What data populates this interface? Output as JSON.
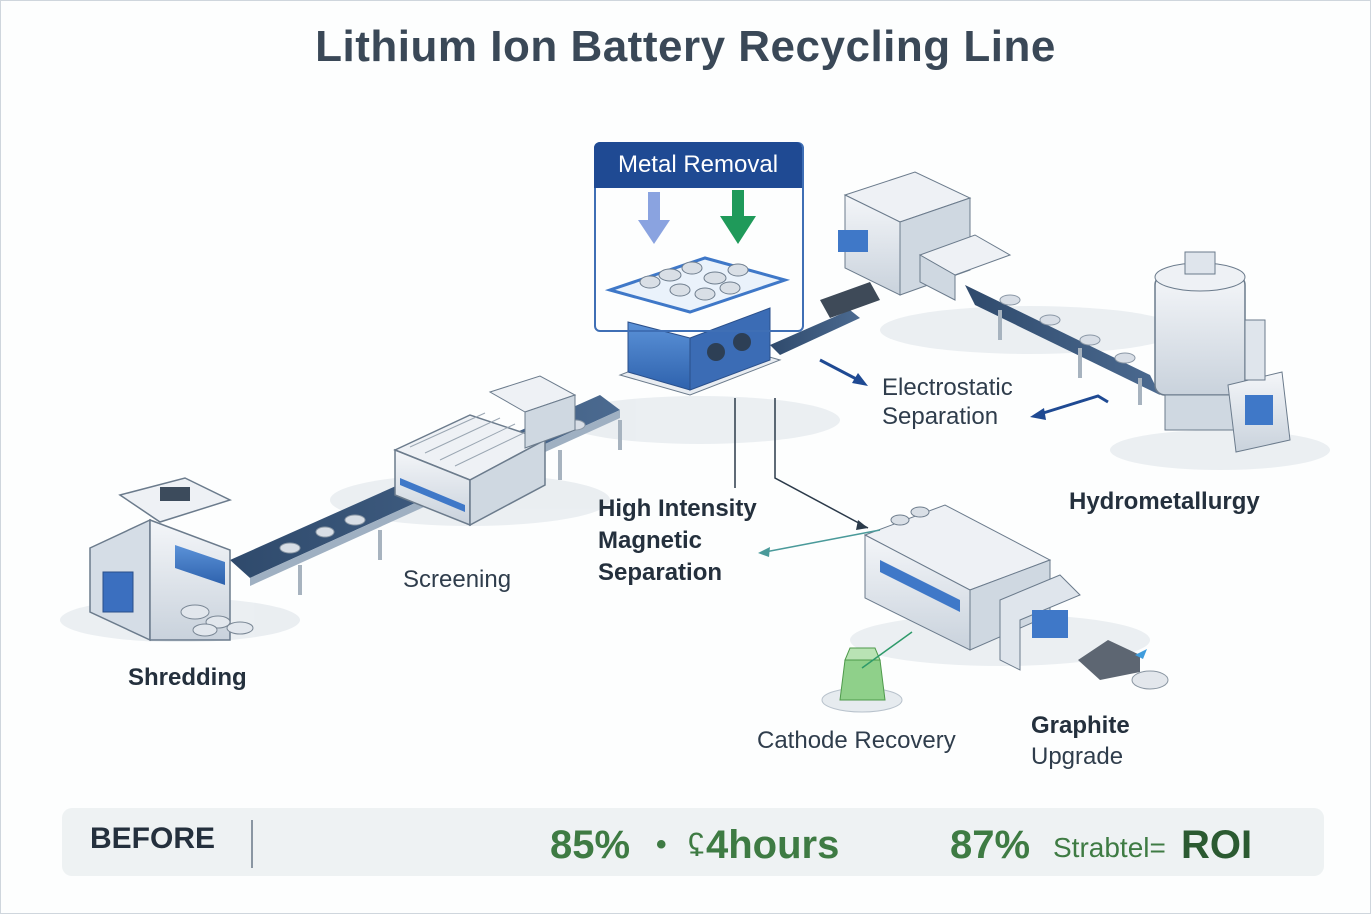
{
  "title": "Lithium Ion Battery Recycling Line",
  "stages": {
    "shredding": "Shredding",
    "screening": "Screening",
    "metal_removal": "Metal Removal",
    "himag_line1": "High Intensity",
    "himag_line2": "Magnetic",
    "himag_line3": "Separation",
    "electrostatic_line1": "Electrostatic",
    "electrostatic_line2": "Separation",
    "hydrometallurgy": "Hydrometallurgy",
    "cathode": "Cathode Recovery",
    "graphite_line1": "Graphite",
    "graphite_line2": "Upgrade"
  },
  "footer": {
    "before": "BEFORE",
    "metric1": "85%",
    "separator": "•",
    "metric2": "4hours",
    "metric3": "87%",
    "metric3_suffix": "Strabtel=",
    "roi": "ROI"
  },
  "colors": {
    "accent_blue": "#1f4a93",
    "machine_blue": "#3f78c8",
    "metric_green": "#3e7b43",
    "arrow_green": "#1f9a5a"
  }
}
